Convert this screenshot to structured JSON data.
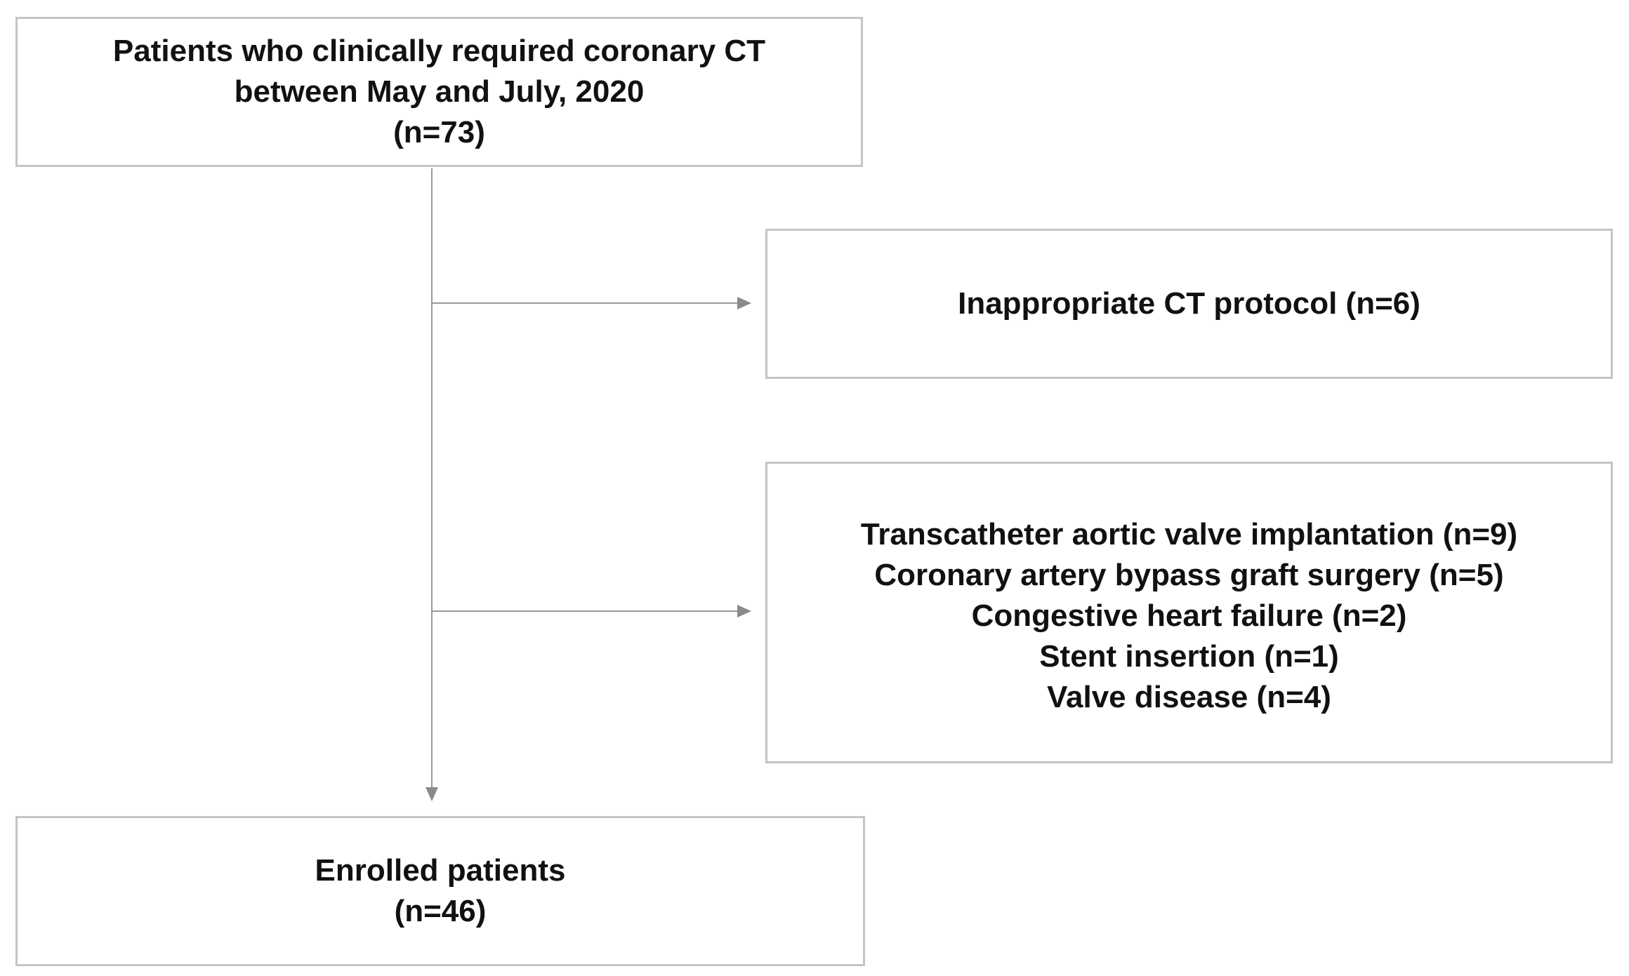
{
  "diagram": {
    "top_box": {
      "lines": [
        "Patients who clinically required coronary CT",
        "between May and July, 2020",
        "(n=73)"
      ]
    },
    "exclusion_1": {
      "lines": [
        "Inappropriate CT protocol (n=6)"
      ]
    },
    "exclusion_2": {
      "lines": [
        "Transcatheter aortic valve implantation (n=9)",
        "Coronary artery bypass graft surgery (n=5)",
        "Congestive heart failure (n=2)",
        "Stent insertion (n=1)",
        "Valve disease (n=4)"
      ]
    },
    "bottom_box": {
      "lines": [
        "Enrolled patients",
        "(n=46)"
      ]
    },
    "colors": {
      "border": "#c4c4c4",
      "connector": "#9a9a9a",
      "text": "#111111"
    }
  }
}
